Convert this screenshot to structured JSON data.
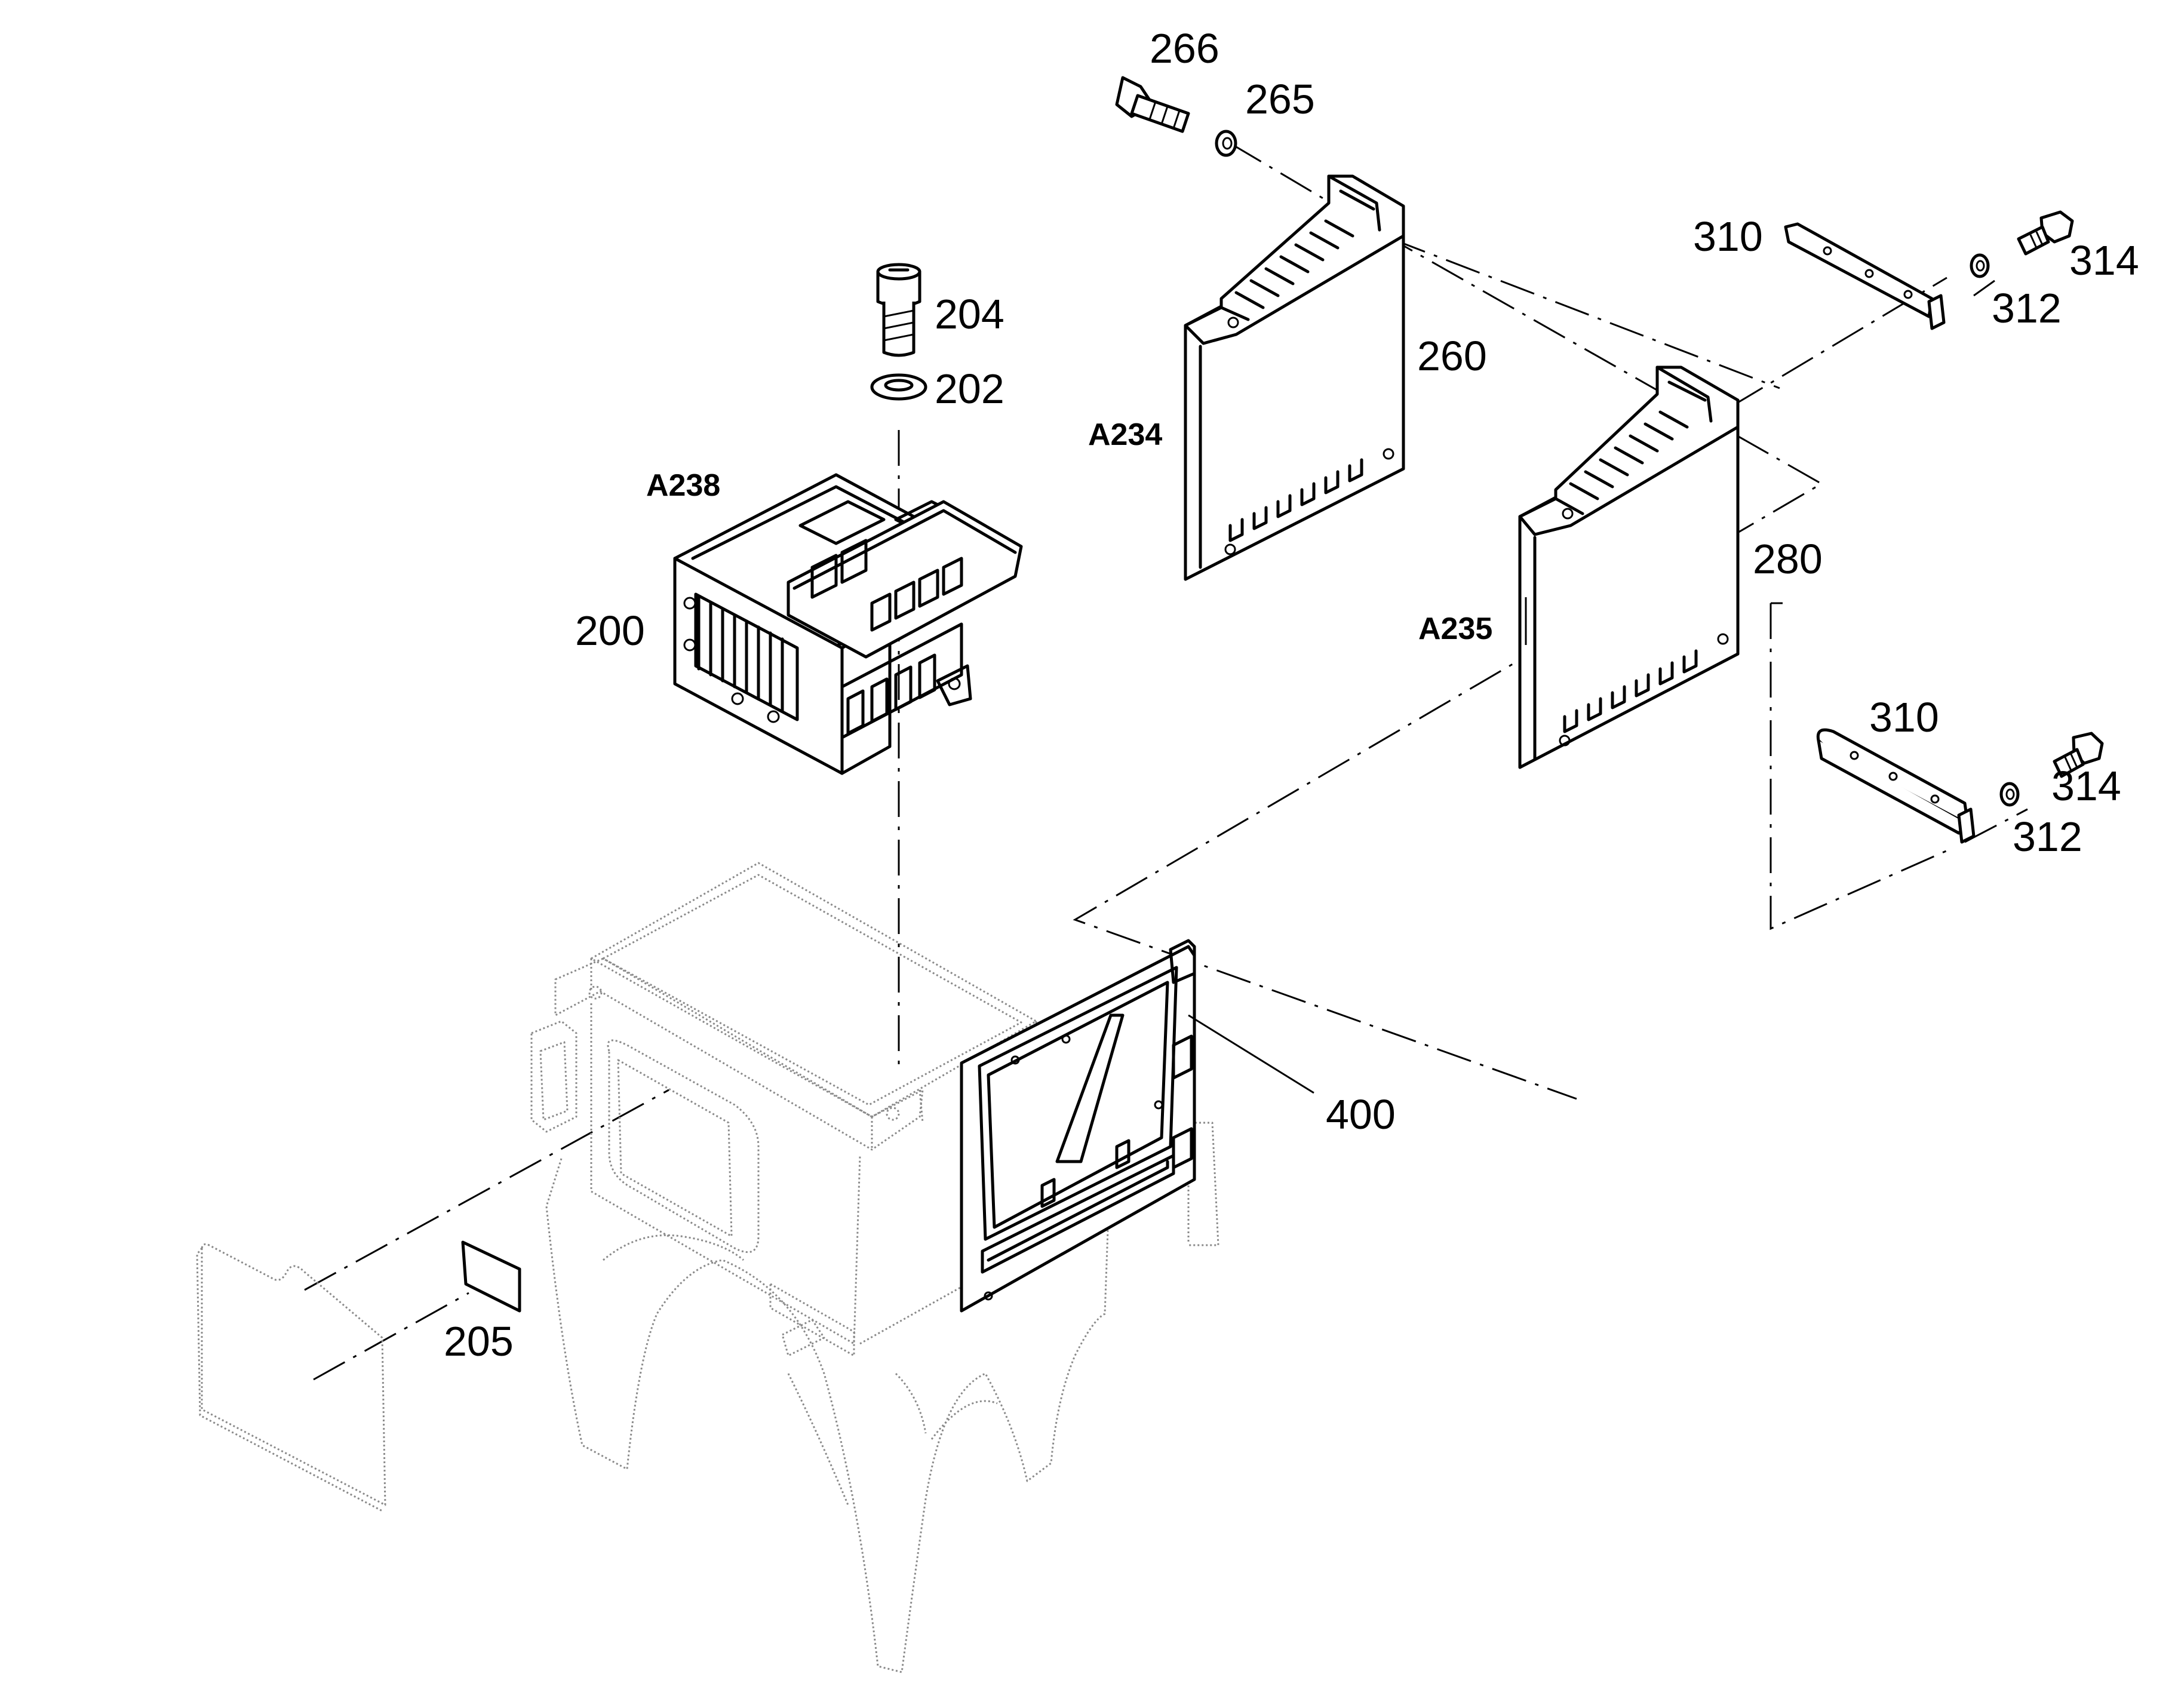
{
  "labels": {
    "p266": "266",
    "p265": "265",
    "p204": "204",
    "p202": "202",
    "a238": "A238",
    "p200": "200",
    "a234": "A234",
    "p260": "260",
    "p310a": "310",
    "p314a": "314",
    "p312a": "312",
    "a235": "A235",
    "p280": "280",
    "p310b": "310",
    "p314b": "314",
    "p312b": "312",
    "p400": "400",
    "p205": "205"
  }
}
